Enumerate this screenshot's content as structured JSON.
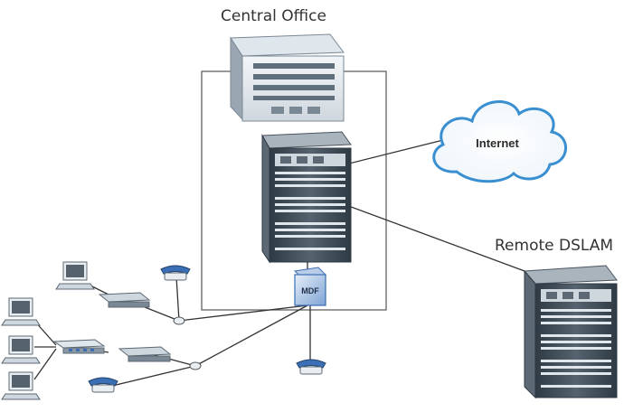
{
  "labels": {
    "central_office": "Central Office",
    "remote_dslam": "Remote DSLAM",
    "internet": "Internet",
    "mdf": "MDF"
  },
  "colors": {
    "background": "#ffffff",
    "device_dark": "#3d4a55",
    "device_light": "#e9eef2",
    "cloud_outline": "#3a8fd1",
    "line": "#333333",
    "mdf_box": "#3a6fb5"
  }
}
